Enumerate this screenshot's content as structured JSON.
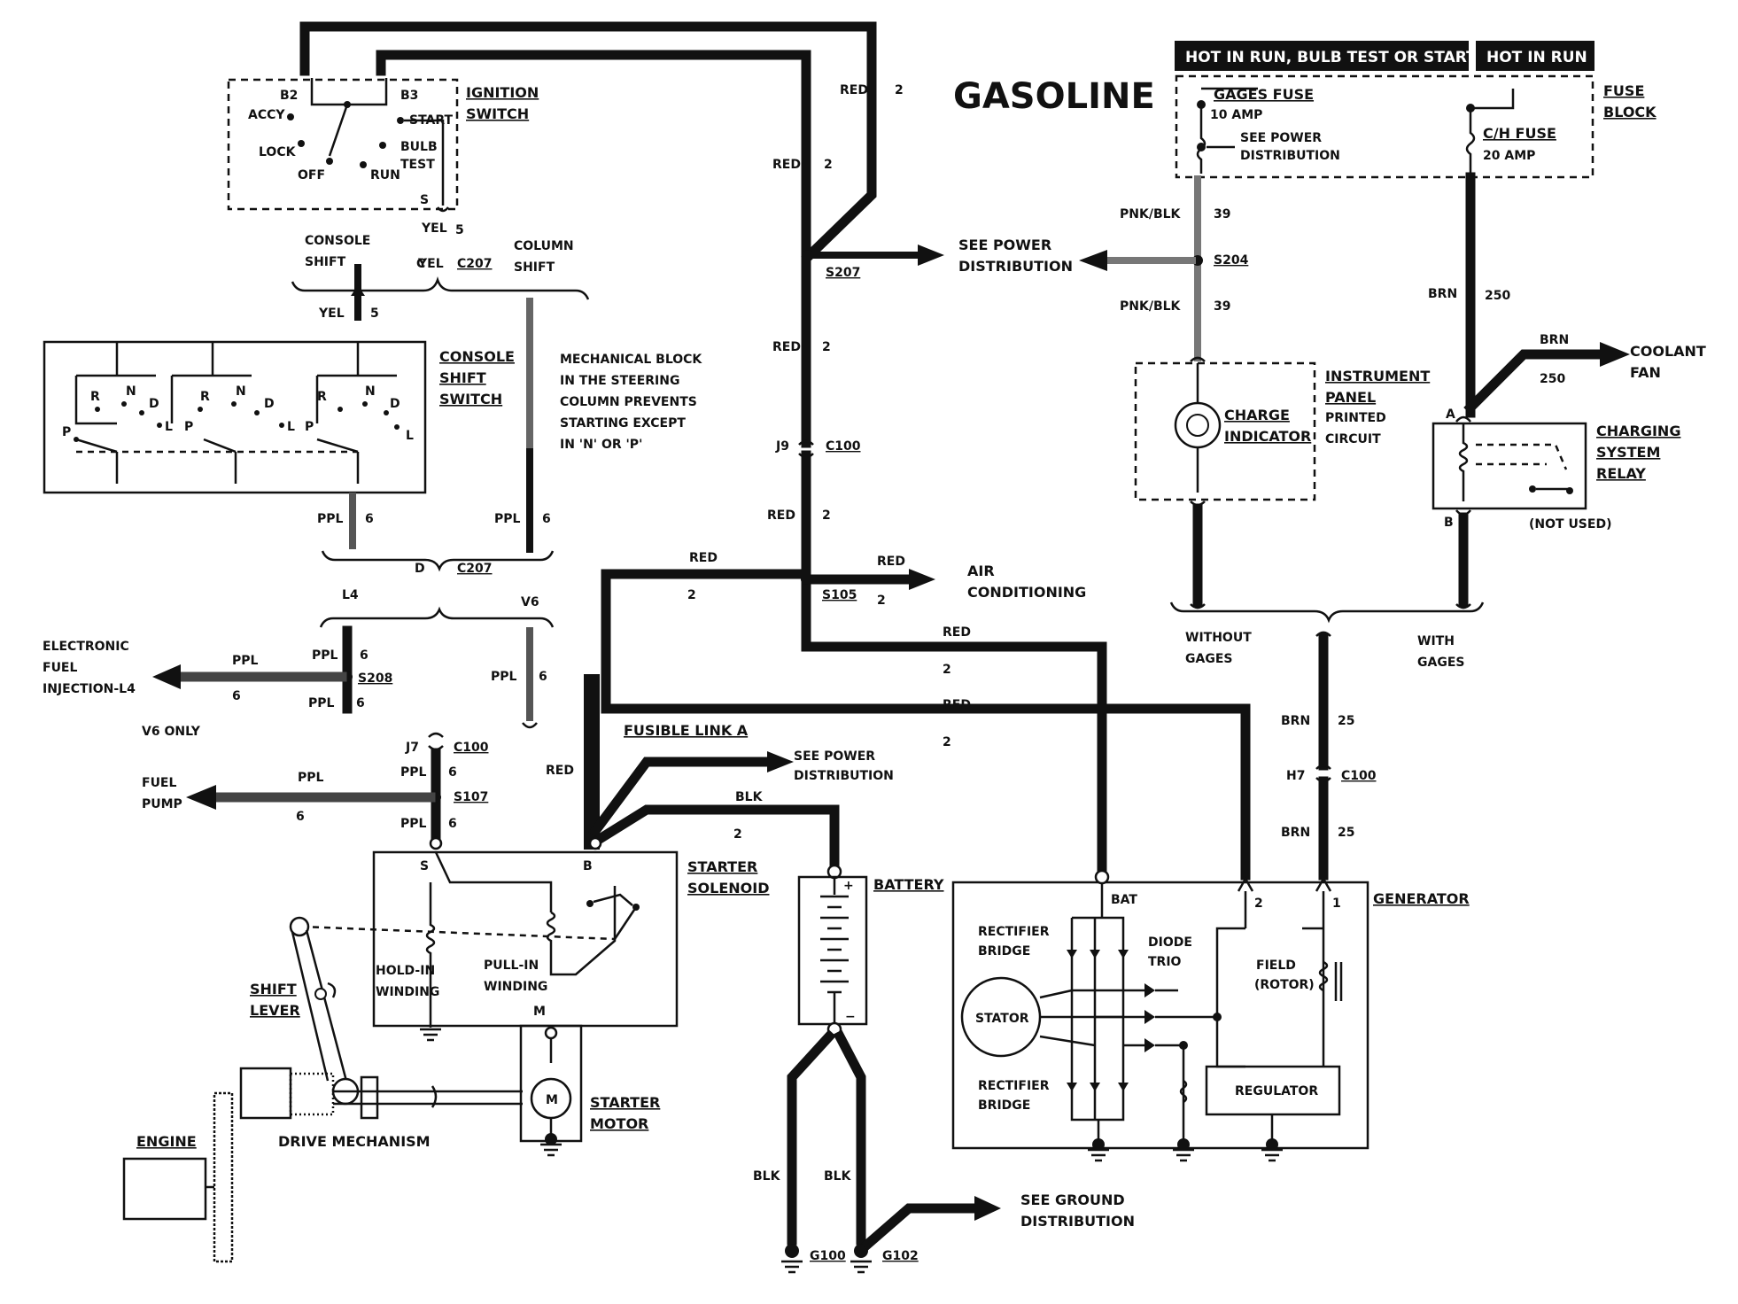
{
  "title": "GASOLINE",
  "header_boxes": {
    "hot_run_start": "HOT IN RUN,  BULB TEST OR START",
    "hot_run": "HOT IN RUN"
  },
  "fuse_block": {
    "label_1": "FUSE",
    "label_2": "BLOCK",
    "gages_fuse": "GAGES FUSE",
    "gages_amp": "10 AMP",
    "see_power_1": "SEE POWER",
    "see_power_2": "DISTRIBUTION",
    "ch_fuse": "C/H FUSE",
    "ch_amp": "20 AMP"
  },
  "ignition_switch": {
    "label_1": "IGNITION",
    "label_2": "SWITCH",
    "b2": "B2",
    "b3": "B3",
    "accy": "ACCY",
    "lock": "LOCK",
    "off": "OFF",
    "run": "RUN",
    "start": "START",
    "bulb": "BULB",
    "test": "TEST",
    "s": "S"
  },
  "wires": {
    "red": "RED",
    "yel": "YEL",
    "ppl": "PPL",
    "blk": "BLK",
    "brn": "BRN",
    "pnk_blk": "PNK/BLK",
    "n2": "2",
    "n5": "5",
    "n6": "6",
    "n39": "39",
    "n250": "250",
    "n25": "25"
  },
  "connectors": {
    "c": "C",
    "c207": "C207",
    "d": "D",
    "j9": "J9",
    "c100": "C100",
    "j7": "J7",
    "h7": "H7",
    "s207": "S207",
    "s204": "S204",
    "s105": "S105",
    "s208": "S208",
    "s107": "S107",
    "g100": "G100",
    "g102": "G102"
  },
  "labels": {
    "console_shift_1": "CONSOLE",
    "console_shift_2": "SHIFT",
    "column_shift_1": "COLUMN",
    "column_shift_2": "SHIFT",
    "console_switch_1": "CONSOLE",
    "console_switch_2": "SHIFT",
    "console_switch_3": "SWITCH",
    "mech_1": "MECHANICAL BLOCK",
    "mech_2": "IN THE STEERING",
    "mech_3": "COLUMN PREVENTS",
    "mech_4": "STARTING EXCEPT",
    "mech_5": "IN 'N' OR 'P'",
    "see_power_1": "SEE POWER",
    "see_power_2": "DISTRIBUTION",
    "l4": "L4",
    "v6": "V6",
    "v6_only": "V6 ONLY",
    "efi_1": "ELECTRONIC",
    "efi_2": "FUEL",
    "efi_3": "INJECTION-L4",
    "fuel_1": "FUEL",
    "fuel_2": "PUMP",
    "ac_1": "AIR",
    "ac_2": "CONDITIONING",
    "fusible": "FUSIBLE LINK A",
    "starter_sol_1": "STARTER",
    "starter_sol_2": "SOLENOID",
    "hold_1": "HOLD-IN",
    "hold_2": "WINDING",
    "pull_1": "PULL-IN",
    "pull_2": "WINDING",
    "sol_s": "S",
    "sol_b": "B",
    "sol_m": "M",
    "shift_lever_1": "SHIFT",
    "shift_lever_2": "LEVER",
    "engine": "ENGINE",
    "drive": "DRIVE MECHANISM",
    "starter_motor_1": "STARTER",
    "starter_motor_2": "MOTOR",
    "motor_m": "M",
    "battery": "BATTERY",
    "ground_1": "SEE GROUND",
    "ground_2": "DISTRIBUTION",
    "generator": "GENERATOR",
    "bat": "BAT",
    "t2": "2",
    "t1": "1",
    "rect_1": "RECTIFIER",
    "rect_2": "BRIDGE",
    "diode_1": "DIODE",
    "diode_2": "TRIO",
    "stator": "STATOR",
    "field_1": "FIELD",
    "field_2": "(ROTOR)",
    "regulator": "REGULATOR",
    "ip_1": "INSTRUMENT",
    "ip_2": "PANEL",
    "ip_3": "PRINTED",
    "ip_4": "CIRCUIT",
    "charge_1": "CHARGE",
    "charge_2": "INDICATOR",
    "csr_1": "CHARGING",
    "csr_2": "SYSTEM",
    "csr_3": "RELAY",
    "not_used": "(NOT USED)",
    "relay_a": "A",
    "relay_b": "B",
    "coolant_1": "COOLANT",
    "coolant_2": "FAN",
    "without_1": "WITHOUT",
    "without_2": "GAGES",
    "with_1": "WITH",
    "with_2": "GAGES",
    "prnd_p": "P",
    "prnd_r": "R",
    "prnd_n": "N",
    "prnd_d": "D",
    "prnd_l": "L"
  }
}
